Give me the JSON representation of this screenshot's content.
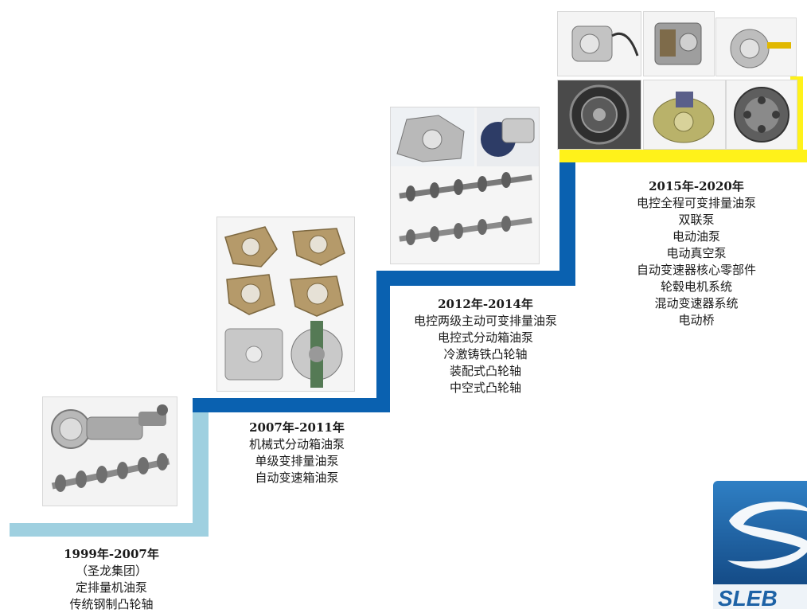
{
  "eras": [
    {
      "period": "1999年-2007年",
      "items": [
        "（圣龙集团）",
        "定排量机油泵",
        "传统钢制凸轮轴"
      ]
    },
    {
      "period": "2007年-2011年",
      "items": [
        "机械式分动箱油泵",
        "单级变排量油泵",
        "自动变速箱油泵"
      ]
    },
    {
      "period": "2012年-2014年",
      "items": [
        "电控两级主动可变排量油泵",
        "电控式分动箱油泵",
        "冷激铸铁凸轮轴",
        "装配式凸轮轴",
        "中空式凸轮轴"
      ]
    },
    {
      "period": "2015年-2020年",
      "items": [
        "电控全程可变排量油泵",
        "双联泵",
        "电动油泵",
        "电动真空泵",
        "自动变速器核心零部件",
        "轮毂电机系统",
        "混动变速器系统",
        "电动桥"
      ]
    }
  ],
  "steps": {
    "colors": [
      "#9fd0e0",
      "#0a61b0",
      "#0a61b0",
      "#fff21a"
    ]
  },
  "logo": {
    "text": "SLEB",
    "color": "#1d62a6"
  }
}
